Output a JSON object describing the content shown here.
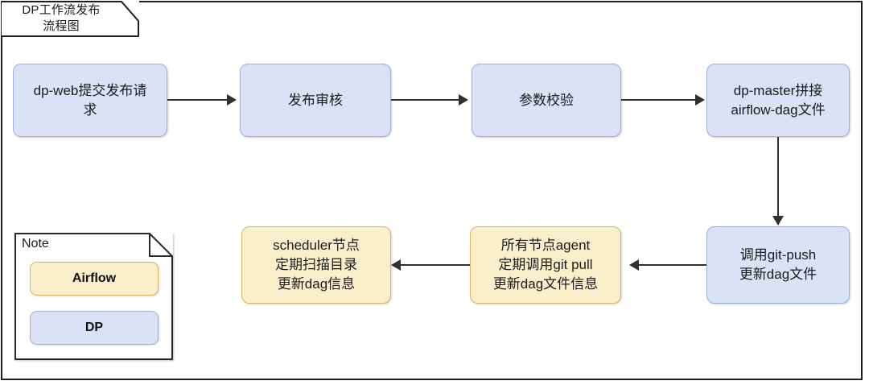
{
  "diagram": {
    "title": "DP工作流发布\n流程图",
    "frame_border_color": "#1f1f1f",
    "arrow_color": "#30302f",
    "dp_fill": "#dae3f6",
    "dp_border": "#9cb2dd",
    "airflow_fill": "#fbeeca",
    "airflow_border": "#dcb65b"
  },
  "nodes": [
    {
      "id": "dp-web-submit",
      "label": "dp-web提交发布请\n求",
      "type": "dp"
    },
    {
      "id": "release-review",
      "label": "发布审核",
      "type": "dp"
    },
    {
      "id": "param-validation",
      "label": "参数校验",
      "type": "dp"
    },
    {
      "id": "dp-master-assemble",
      "label": "dp-master拼接\nairflow-dag文件",
      "type": "dp"
    },
    {
      "id": "git-push-update",
      "label": "调用git-push\n更新dag文件",
      "type": "dp"
    },
    {
      "id": "agent-git-pull",
      "label": "所有节点agent\n定期调用git pull\n更新dag文件信息",
      "type": "airflow"
    },
    {
      "id": "scheduler-scan",
      "label": "scheduler节点\n定期扫描目录\n更新dag信息",
      "type": "airflow"
    }
  ],
  "note": {
    "title": "Note",
    "legend": [
      {
        "id": "airflow",
        "label": "Airflow",
        "color": "#fbeeca"
      },
      {
        "id": "dp",
        "label": "DP",
        "color": "#dae3f6"
      }
    ]
  }
}
